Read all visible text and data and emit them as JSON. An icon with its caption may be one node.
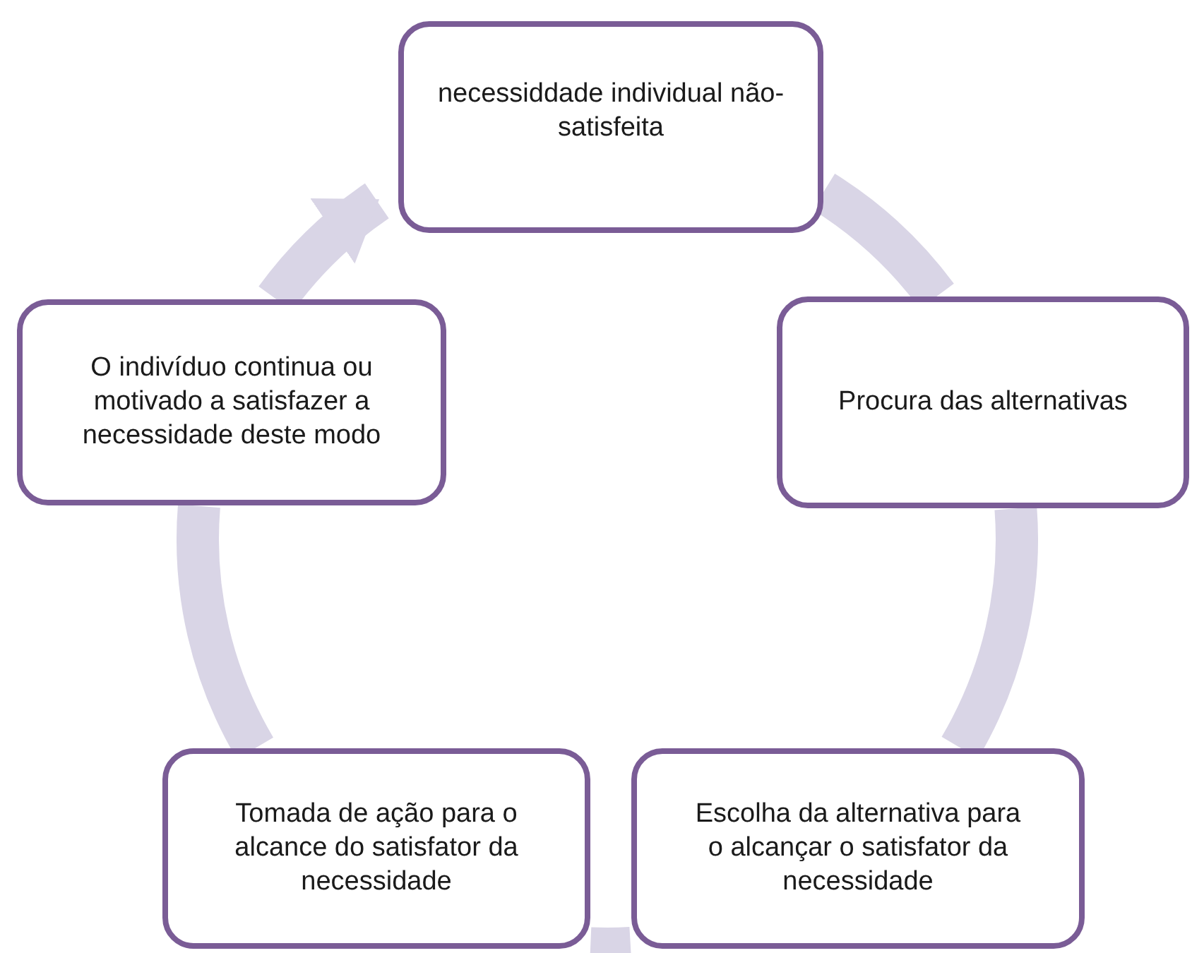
{
  "diagram": {
    "nodes": [
      {
        "text": [
          "necessiddade individual não- satisfeita"
        ]
      },
      {
        "text": [
          "Procura das alternativas"
        ]
      },
      {
        "text": [
          "Escolha da alternativa para o alcançar o satisfator  da necessidade"
        ]
      },
      {
        "text": [
          "Tomada de ação para o alcance do satisfator da necessidade"
        ]
      },
      {
        "text": [
          "O indivíduo continua ou motivado a satisfazer a necessidade deste modo"
        ]
      }
    ],
    "edges": [
      {
        "from": 0,
        "to": 1,
        "arrow": "none"
      },
      {
        "from": 1,
        "to": 2,
        "arrow": "none"
      },
      {
        "from": 2,
        "to": 3,
        "arrow": "none"
      },
      {
        "from": 3,
        "to": 4,
        "arrow": "none"
      },
      {
        "from": 4,
        "to": 0,
        "arrow": "to"
      }
    ]
  }
}
